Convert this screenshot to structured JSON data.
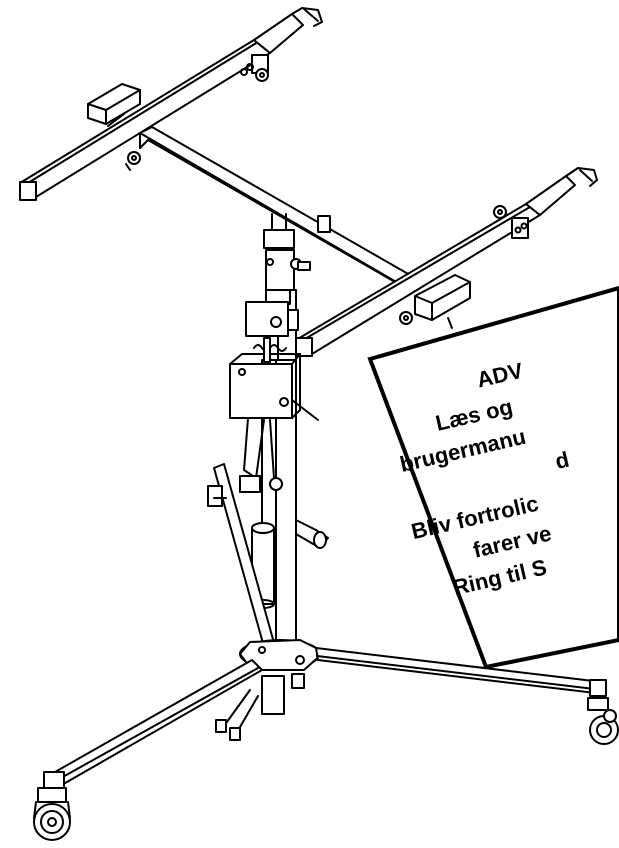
{
  "warning_card": {
    "lines": [
      "ADV",
      "Læs og",
      "brugermanu",
      "d",
      "Bliv fortrolic",
      "farer ve",
      "Ring til S"
    ]
  },
  "colors": {
    "line": "#000000",
    "card_fill": "#ffffff",
    "background": "#ffffff"
  }
}
